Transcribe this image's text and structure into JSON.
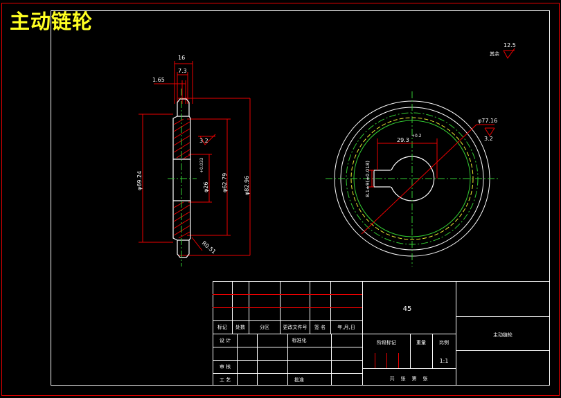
{
  "title": "主动链轮",
  "roughness": {
    "general_value": "12.5",
    "general_note": "其余",
    "face_value": "3.2",
    "bore_value": "3.2"
  },
  "dimensions": {
    "width_total": "16",
    "tooth_width": "7.3",
    "chamfer": "1.65",
    "root_dia": "φ69.24",
    "bore_dia": "φ26",
    "bore_tol": "+0.033",
    "hub_dia": "φ62.79",
    "tip_dia": "φ82.96",
    "fillet": "R0.51",
    "keyway_depth": "29.3",
    "keyway_tol": "+0.2",
    "keyway_width": "8.1±9(±0.018)",
    "outer_dia": "φ77.16"
  },
  "title_block": {
    "material": "45",
    "part_name": "主动链轮",
    "scale": "1:1",
    "headers": [
      "标记",
      "处数",
      "分区",
      "更改文件号",
      "签 名",
      "年,月,日"
    ],
    "design_label": "设 计",
    "standardize_label": "标准化",
    "stage_mark_label": "阶段标记",
    "weight_label": "重量",
    "scale_label": "比例",
    "review_label": "审 核",
    "process_label": "工 艺",
    "approve_label": "批准",
    "sheets_footer": "共    张    第    张"
  }
}
